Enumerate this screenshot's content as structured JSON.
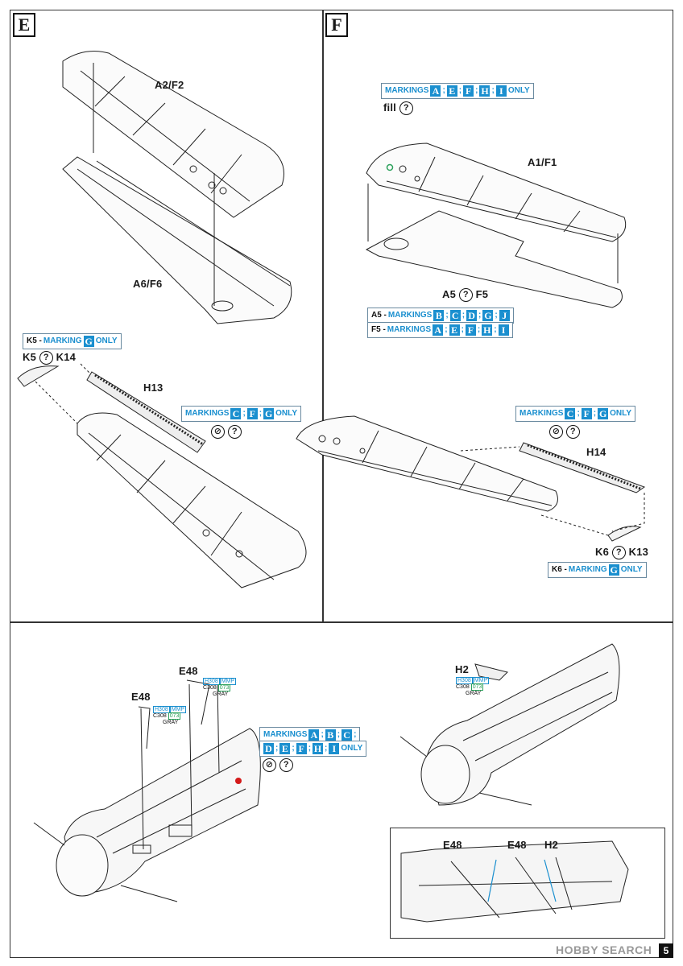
{
  "steps": {
    "e": "E",
    "f": "F"
  },
  "labels": {
    "a2f2": "A2/F2",
    "a6f6": "A6/F6",
    "a1f1": "A1/F1",
    "fill": "fill",
    "a5": "A5",
    "f5": "F5",
    "k5": "K5",
    "k14": "K14",
    "h13": "H13",
    "h14": "H14",
    "k6": "K6",
    "k13": "K13",
    "e48a": "E48",
    "e48b": "E48",
    "h2": "H2",
    "inset_e48a": "E48",
    "inset_e48b": "E48",
    "inset_h2": "H2"
  },
  "markings": {
    "word": "MARKINGS",
    "word_single": "MARKING",
    "only": "ONLY",
    "f_top": [
      "A",
      "E",
      "F",
      "H",
      "I"
    ],
    "a5_prefix": "A5 -",
    "a5_list": [
      "B",
      "C",
      "D",
      "G",
      "J"
    ],
    "f5_prefix": "F5 -",
    "f5_list": [
      "A",
      "E",
      "F",
      "H",
      "I"
    ],
    "k5_prefix": "K5 -",
    "k5_list": [
      "G"
    ],
    "h13_list": [
      "C",
      "F",
      "G"
    ],
    "h14_list": [
      "C",
      "F",
      "G"
    ],
    "k6_prefix": "K6 -",
    "k6_list": [
      "G"
    ],
    "cockpit_row1": [
      "A",
      "B",
      "C"
    ],
    "cockpit_row2": [
      "D",
      "E",
      "F",
      "H",
      "I"
    ]
  },
  "paints": {
    "e48a": {
      "h": "H308",
      "m": "MMP",
      "c": "C308",
      "g": "073",
      "gray": "GRAY"
    },
    "e48b": {
      "h": "H308",
      "m": "MMP",
      "c": "C308",
      "g": "073",
      "gray": "GRAY"
    },
    "h2": {
      "h": "H308",
      "m": "MMP",
      "c": "C308",
      "g": "073",
      "gray": "GRAY"
    }
  },
  "symbols": {
    "question": "?"
  },
  "watermark": "HOBBY SEARCH",
  "page_number": "5",
  "colors": {
    "accent": "#1a8fcf",
    "green_dot": "#2aa05a",
    "red_dot": "#d41a1a",
    "line": "#222222"
  }
}
